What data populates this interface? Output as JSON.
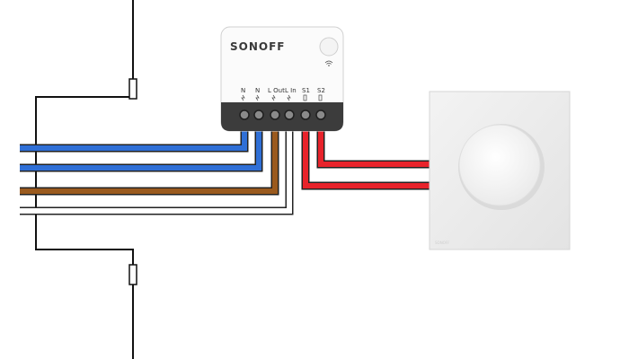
{
  "device": {
    "brand": "SONOFF",
    "terminals": [
      "N",
      "N",
      "L Out",
      "L In",
      "S1",
      "S2"
    ]
  },
  "switch_plate": {
    "brand": "SONOFF"
  },
  "colors": {
    "neutral_wire": "#2f6fd6",
    "live_out_wire": "#9a5a1e",
    "live_in_wire": "#ffffff",
    "switch_wire": "#e8232b",
    "wall_line": "#111111",
    "device_body": "#fbfbfb",
    "terminal_block": "#3c3c3c",
    "plate": "#eeeeee",
    "knob": "#f6f6f6"
  }
}
